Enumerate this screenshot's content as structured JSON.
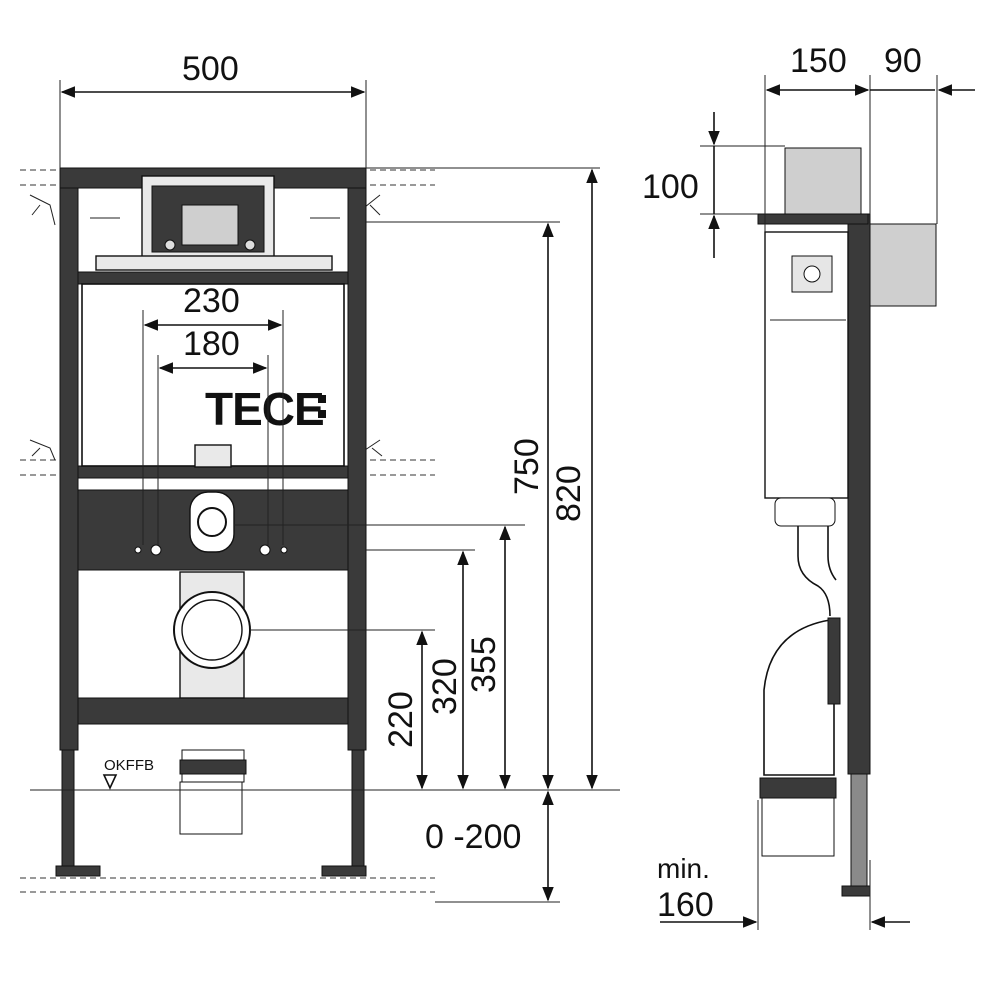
{
  "brand": {
    "logo_text": "TECE",
    "logo_mark": "colon-dots"
  },
  "front_view": {
    "width_label": "500",
    "inner_spacing_outer_label": "230",
    "inner_spacing_inner_label": "180",
    "height_total_label": "820",
    "height_tank_label": "750",
    "flush_pipe_height_label": "355",
    "drain_height_label": "320",
    "drain_center_label": "220",
    "floor_adjust_label": "0 -200",
    "floor_marker_label": "OKFFB"
  },
  "side_view": {
    "depth_frame_label": "150",
    "depth_plate_label": "90",
    "plate_height_label": "100",
    "min_label": "min.",
    "min_value_label": "160"
  },
  "colors": {
    "line": "#111111",
    "frame_fill": "#3a3a3a",
    "background": "#ffffff"
  }
}
